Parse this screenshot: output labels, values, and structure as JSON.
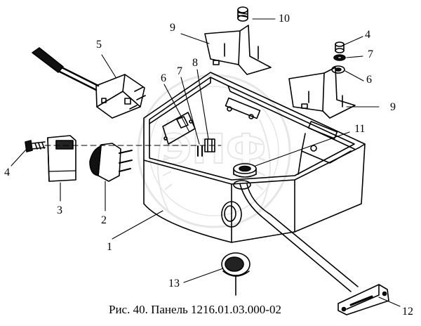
{
  "figure": {
    "caption": "Рис. 40. Панель 1216.01.03.000-02",
    "watermark_text": "ЭПФ",
    "callouts": [
      "1",
      "2",
      "3",
      "4",
      "4",
      "5",
      "6",
      "6",
      "7",
      "7",
      "8",
      "9",
      "9",
      "10",
      "11",
      "12",
      "13"
    ]
  },
  "parts": [
    {
      "id": "1",
      "name": "panel-housing"
    },
    {
      "id": "2",
      "name": "switch-body"
    },
    {
      "id": "3",
      "name": "switch-cap"
    },
    {
      "id": "4",
      "name": "screw"
    },
    {
      "id": "5",
      "name": "lever-switch"
    },
    {
      "id": "6",
      "name": "nut"
    },
    {
      "id": "7",
      "name": "washer"
    },
    {
      "id": "8",
      "name": "terminal-block"
    },
    {
      "id": "9",
      "name": "mounting-bracket"
    },
    {
      "id": "10",
      "name": "bolt"
    },
    {
      "id": "11",
      "name": "grommet"
    },
    {
      "id": "12",
      "name": "connector-plug"
    },
    {
      "id": "13",
      "name": "plug"
    }
  ]
}
